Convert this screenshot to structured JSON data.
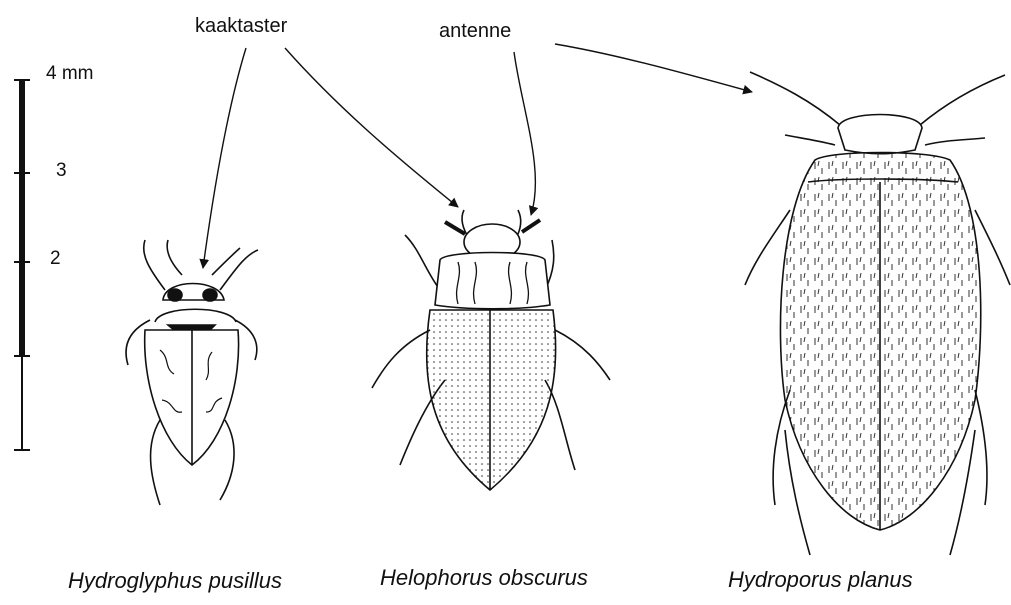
{
  "labels": {
    "palp": "kaaktaster",
    "antenna": "antenne"
  },
  "scale": {
    "ticks": [
      "4 mm",
      "3",
      "2"
    ]
  },
  "species": [
    {
      "name": "Hydroglyphus pusillus"
    },
    {
      "name": "Helophorus obscurus"
    },
    {
      "name": "Hydroporus planus"
    }
  ]
}
